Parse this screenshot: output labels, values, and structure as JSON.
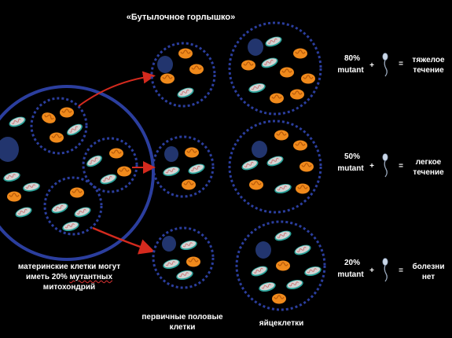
{
  "title": "«Бутылочное горлышко»",
  "mother_caption": {
    "line1": "материнские клетки могут",
    "line2_prefix": "иметь 20% ",
    "line2_underlined": "мутантных",
    "line3": "митохондрий"
  },
  "germ_cells_label_line1": "первичные половые",
  "germ_cells_label_line2": "клетки",
  "eggs_label": "яйцеклетки",
  "outcomes": [
    {
      "percent": "80%",
      "mutant": "mutant",
      "plus": "+",
      "equals": "=",
      "result_line1": "тяжелое",
      "result_line2": "течение"
    },
    {
      "percent": "50%",
      "mutant": "mutant",
      "plus": "+",
      "equals": "=",
      "result_line1": "легкое",
      "result_line2": "течение"
    },
    {
      "percent": "20%",
      "mutant": "mutant",
      "plus": "+",
      "equals": "=",
      "result_line1": "болезни",
      "result_line2": "нет"
    }
  ],
  "colors": {
    "background": "#000000",
    "cell_outline": "#2b3e9e",
    "nucleus": "#22356e",
    "normal_mito": "#f08a1c",
    "mutant_mito_fill": "#cfcfcf",
    "mutant_mito_edge": "#2aa39a",
    "arrow": "#d42a1e",
    "text": "#ffffff"
  },
  "icons": [
    "sperm-icon",
    "mitochondrion-normal-icon",
    "mitochondrion-mutant-icon",
    "red-arrow-icon"
  ]
}
